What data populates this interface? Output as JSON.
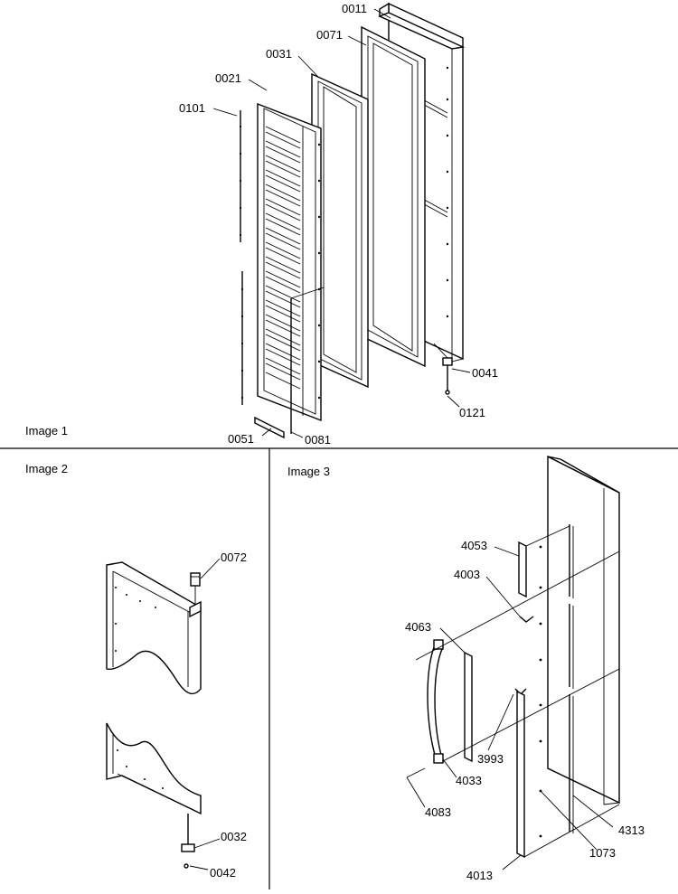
{
  "panels": {
    "image1": "Image 1",
    "image2": "Image 2",
    "image3": "Image 3"
  },
  "callouts": {
    "c0011": "0011",
    "c0071": "0071",
    "c0031": "0031",
    "c0021": "0021",
    "c0101": "0101",
    "c0041": "0041",
    "c0121": "0121",
    "c0051": "0051",
    "c0081": "0081",
    "c0072": "0072",
    "c0032": "0032",
    "c0042": "0042",
    "c4053": "4053",
    "c4003": "4003",
    "c4063": "4063",
    "c3993": "3993",
    "c4033": "4033",
    "c4083": "4083",
    "c4313": "4313",
    "c1073": "1073",
    "c4013": "4013"
  }
}
